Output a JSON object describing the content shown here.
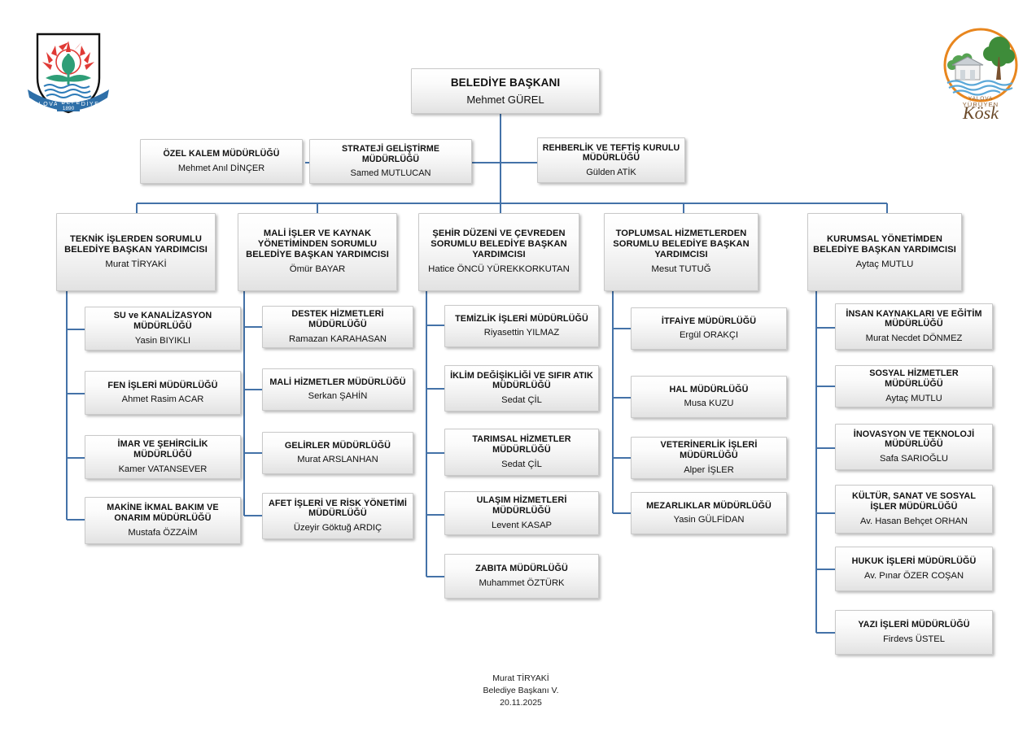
{
  "document": {
    "language": "tr",
    "line_color": "#4472A8",
    "box_border_color": "#C9C9C9"
  },
  "logos": {
    "left": {
      "name": "yalova-belediyesi-crest",
      "alt": "Yalova Belediyesi",
      "banner_text": "YALOVA BELEDİYESİ",
      "year": "1890",
      "colors": {
        "sun": "#E03A35",
        "leaf": "#2E9E77",
        "water": "#2E7CB8",
        "banner": "#2E6FA8"
      }
    },
    "right": {
      "name": "yalova-yuruyen-kosk-logo",
      "alt": "Yalova Yürüyen Köşk",
      "line1": "YALOVA",
      "line2": "YÜRÜYEN",
      "script": "Köşk",
      "colors": {
        "ring": "#E8861E",
        "tree": "#3E8C3A",
        "water": "#5BA8D8",
        "script": "#8A5A2B"
      }
    }
  },
  "root": {
    "title": "BELEDİYE BAŞKANI",
    "person": "Mehmet GÜREL"
  },
  "staff": [
    {
      "title": "ÖZEL KALEM MÜDÜRLÜĞÜ",
      "person": "Mehmet Anıl DİNÇER"
    },
    {
      "title": "STRATEJİ GELİŞTİRME MÜDÜRLÜĞÜ",
      "person": "Samed MUTLUCAN"
    },
    {
      "title": "REHBERLİK VE TEFTİŞ KURULU MÜDÜRLÜĞÜ",
      "person": "Gülden ATİK"
    }
  ],
  "branches": [
    {
      "vp": {
        "title": "TEKNİK İŞLERDEN SORUMLU BELEDİYE BAŞKAN YARDIMCISI",
        "person": "Murat TİRYAKİ"
      },
      "departments": [
        {
          "title": "SU ve KANALİZASYON MÜDÜRLÜĞÜ",
          "person": "Yasin BIYIKLI"
        },
        {
          "title": "FEN İŞLERİ MÜDÜRLÜĞÜ",
          "person": "Ahmet Rasim ACAR"
        },
        {
          "title": "İMAR VE ŞEHİRCİLİK MÜDÜRLÜĞÜ",
          "person": "Kamer VATANSEVER"
        },
        {
          "title": "MAKİNE İKMAL BAKIM VE ONARIM MÜDÜRLÜĞÜ",
          "person": "Mustafa ÖZZAİM"
        }
      ]
    },
    {
      "vp": {
        "title": "MALİ İŞLER VE KAYNAK YÖNETİMİNDEN SORUMLU BELEDİYE BAŞKAN YARDIMCISI",
        "person": "Ömür BAYAR"
      },
      "departments": [
        {
          "title": "DESTEK HİZMETLERİ MÜDÜRLÜĞÜ",
          "person": "Ramazan KARAHASAN"
        },
        {
          "title": "MALİ HİZMETLER MÜDÜRLÜĞÜ",
          "person": "Serkan ŞAHİN"
        },
        {
          "title": "GELİRLER MÜDÜRLÜĞÜ",
          "person": "Murat ARSLANHAN"
        },
        {
          "title": "AFET İŞLERİ VE RİSK YÖNETİMİ MÜDÜRLÜĞÜ",
          "person": "Üzeyir Göktuğ ARDIÇ"
        }
      ]
    },
    {
      "vp": {
        "title": "ŞEHİR DÜZENİ VE ÇEVREDEN SORUMLU BELEDİYE BAŞKAN YARDIMCISI",
        "person": "Hatice ÖNCÜ YÜREKKORKUTAN"
      },
      "departments": [
        {
          "title": "TEMİZLİK İŞLERİ MÜDÜRLÜĞÜ",
          "person": "Riyasettin YILMAZ"
        },
        {
          "title": "İKLİM DEĞİŞİKLİĞİ VE SIFIR ATIK MÜDÜRLÜĞÜ",
          "person": "Sedat ÇİL"
        },
        {
          "title": "TARIMSAL HİZMETLER MÜDÜRLÜĞÜ",
          "person": "Sedat ÇİL"
        },
        {
          "title": "ULAŞIM HİZMETLERİ MÜDÜRLÜĞÜ",
          "person": "Levent KASAP"
        },
        {
          "title": "ZABITA MÜDÜRLÜĞÜ",
          "person": "Muhammet ÖZTÜRK"
        }
      ]
    },
    {
      "vp": {
        "title": "TOPLUMSAL HİZMETLERDEN SORUMLU BELEDİYE BAŞKAN YARDIMCISI",
        "person": "Mesut TUTUĞ"
      },
      "departments": [
        {
          "title": "İTFAİYE MÜDÜRLÜĞÜ",
          "person": "Ergül ORAKÇI"
        },
        {
          "title": "HAL MÜDÜRLÜĞÜ",
          "person": "Musa KUZU"
        },
        {
          "title": "VETERİNERLİK İŞLERİ MÜDÜRLÜĞÜ",
          "person": "Alper İŞLER"
        },
        {
          "title": "MEZARLIKLAR MÜDÜRLÜĞÜ",
          "person": "Yasin GÜLFİDAN"
        }
      ]
    },
    {
      "vp": {
        "title": "KURUMSAL YÖNETİMDEN BELEDİYE BAŞKAN YARDIMCISI",
        "person": "Aytaç MUTLU"
      },
      "departments": [
        {
          "title": "İNSAN KAYNAKLARI VE EĞİTİM MÜDÜRLÜĞÜ",
          "person": "Murat Necdet DÖNMEZ"
        },
        {
          "title": "SOSYAL HİZMETLER MÜDÜRLÜĞÜ",
          "person": "Aytaç MUTLU"
        },
        {
          "title": "İNOVASYON VE TEKNOLOJİ MÜDÜRLÜĞÜ",
          "person": "Safa SARIOĞLU"
        },
        {
          "title": "KÜLTÜR, SANAT VE SOSYAL İŞLER MÜDÜRLÜĞÜ",
          "person": "Av. Hasan Behçet ORHAN"
        },
        {
          "title": "HUKUK İŞLERİ MÜDÜRLÜĞÜ",
          "person": "Av. Pınar ÖZER COŞAN"
        },
        {
          "title": "YAZI İŞLERİ MÜDÜRLÜĞÜ",
          "person": "Firdevs ÜSTEL"
        }
      ]
    }
  ],
  "footer": {
    "name": "Murat TİRYAKİ",
    "role": "Belediye Başkanı V.",
    "date": "20.11.2025"
  }
}
